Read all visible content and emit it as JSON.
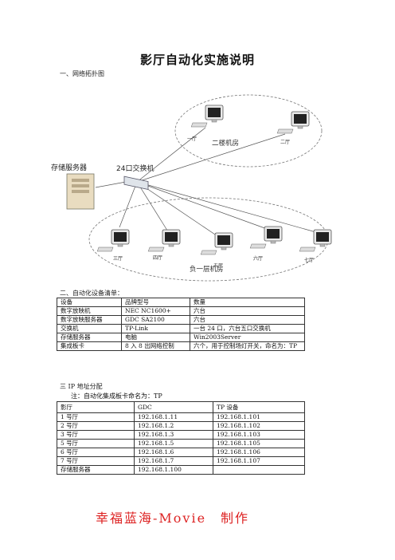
{
  "title": "影厅自动化实施说明",
  "section1": "一、网络拓扑图",
  "diagram": {
    "storage_label": "存储服务器",
    "switch_label": "24口交换机",
    "floor2_label": "二楼机房",
    "basement_label": "负一层机房",
    "pc_labels": [
      "一厅",
      "二厅",
      "三厅",
      "四厅",
      "五厅",
      "六厅",
      "七厅"
    ]
  },
  "section2": "二、自动化设备清单：",
  "equipment": {
    "headers": [
      "设备",
      "品牌型号",
      "数量"
    ],
    "rows": [
      [
        "数字放映机",
        "NEC NC1600+",
        "六台"
      ],
      [
        "数字放映服务器",
        "GDC SA2100",
        "六台"
      ],
      [
        "交换机",
        "TP-Link",
        "一台 24 口，六台五口交换机"
      ],
      [
        "存储服务器",
        "电脑",
        "Win2003Server"
      ],
      [
        "集成板卡",
        "8 入 8 出网络控制",
        "六个，用于控制场灯开关，命名为：TP"
      ]
    ]
  },
  "section3": "三 IP 地址分配",
  "note": "注：自动化集成板卡命名为：TP",
  "ip": {
    "headers": [
      "影厅",
      "GDC",
      "TP 设备"
    ],
    "rows": [
      [
        "1 号厅",
        "192.168.1.11",
        "192.168.1.101"
      ],
      [
        "2 号厅",
        "192.168.1.2",
        "192.168.1.102"
      ],
      [
        "3 号厅",
        "192.168.1.3",
        "192.168.1.103"
      ],
      [
        "5 号厅",
        "192.168.1.5",
        "192.168.1.105"
      ],
      [
        "6 号厅",
        "192.168.1.6",
        "192.168.1.106"
      ],
      [
        "7 号厅",
        "192.168.1.7",
        "192.168.1.107"
      ],
      [
        "存储服务器",
        "192.168.1.100",
        ""
      ]
    ]
  },
  "signature": "幸福蓝海-Movie　制作"
}
